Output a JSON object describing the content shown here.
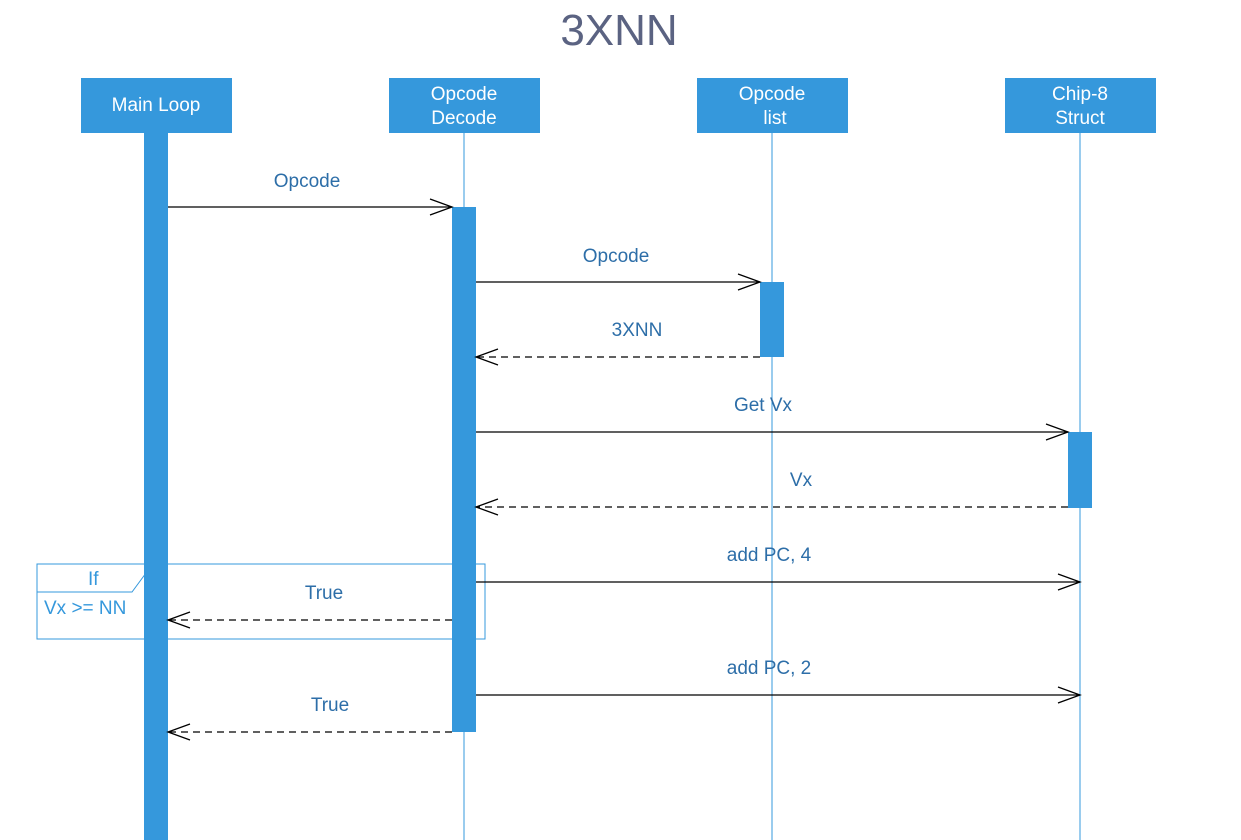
{
  "title": "3XNN",
  "actors": [
    {
      "id": "main",
      "label_lines": [
        "Main Loop"
      ]
    },
    {
      "id": "decode",
      "label_lines": [
        "Opcode",
        "Decode"
      ]
    },
    {
      "id": "list",
      "label_lines": [
        "Opcode",
        "list"
      ]
    },
    {
      "id": "chip",
      "label_lines": [
        "Chip-8",
        "Struct"
      ]
    }
  ],
  "messages": [
    {
      "from": "main",
      "to": "decode",
      "label": "Opcode",
      "style": "solid"
    },
    {
      "from": "decode",
      "to": "list",
      "label": "Opcode",
      "style": "solid"
    },
    {
      "from": "list",
      "to": "decode",
      "label": "3XNN",
      "style": "dashed"
    },
    {
      "from": "decode",
      "to": "chip",
      "label": "Get Vx",
      "style": "solid"
    },
    {
      "from": "chip",
      "to": "decode",
      "label": "Vx",
      "style": "dashed"
    },
    {
      "from": "decode",
      "to": "chip",
      "label": "add PC, 4",
      "style": "solid"
    },
    {
      "from": "decode",
      "to": "main",
      "label": "True",
      "style": "dashed"
    },
    {
      "from": "decode",
      "to": "chip",
      "label": "add PC, 2",
      "style": "solid"
    },
    {
      "from": "decode",
      "to": "main",
      "label": "True",
      "style": "dashed"
    }
  ],
  "fragment": {
    "operator": "If",
    "guard": "Vx >= NN"
  }
}
